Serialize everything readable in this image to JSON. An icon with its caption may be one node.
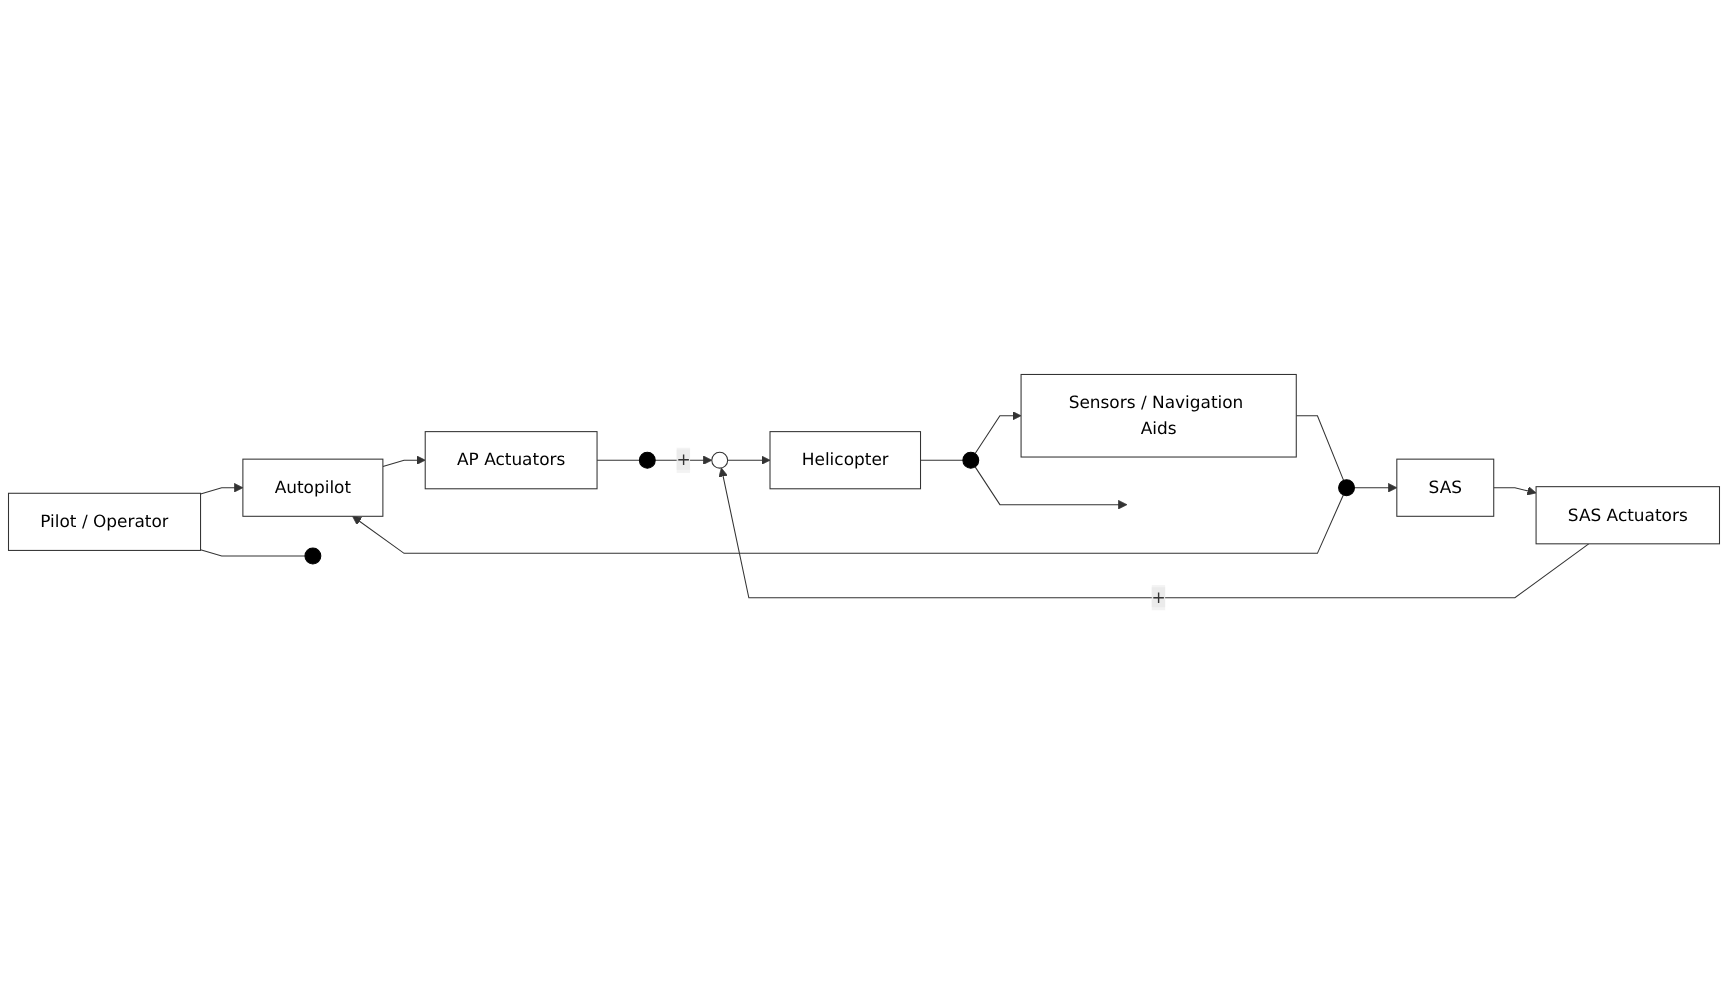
{
  "diagram": {
    "nodes": [
      {
        "text": [
          "Pilot / Operator"
        ]
      },
      {
        "text": [
          "Autopilot"
        ]
      },
      {
        "text": [
          "AP Actuators"
        ]
      },
      {
        "text": [],
        "shape": "circle"
      },
      {
        "text": [],
        "shape": "circle"
      },
      {
        "text": [],
        "shape": "circle"
      },
      {
        "text": [
          "SAS"
        ]
      },
      {
        "text": [
          "SAS Actuators"
        ]
      },
      {
        "text": [],
        "shape": "circle"
      },
      {
        "text": [
          "Helicopter"
        ]
      },
      {
        "text": [],
        "shape": "circle"
      },
      {
        "text": [
          "Sensors / Navigation Aids"
        ]
      }
    ],
    "edges": [
      {
        "from": 0,
        "to": 1,
        "arrow": "to"
      },
      {
        "from": 0,
        "to": 3,
        "arrow": "none"
      },
      {
        "from": 1,
        "to": 2,
        "arrow": "to"
      },
      {
        "from": 2,
        "to": 4,
        "arrow": "none"
      },
      {
        "from": 4,
        "to": 8,
        "arrow": "to",
        "label": "+"
      },
      {
        "from": 5,
        "to": 1,
        "arrow": "to"
      },
      {
        "from": 5,
        "to": 6,
        "arrow": "to"
      },
      {
        "from": 6,
        "to": 7,
        "arrow": "to"
      },
      {
        "from": 7,
        "to": 8,
        "arrow": "to",
        "label": "+"
      },
      {
        "from": 8,
        "to": 9,
        "arrow": "to"
      },
      {
        "from": 9,
        "to": 10,
        "arrow": "none"
      },
      {
        "from": 10,
        "to": null,
        "arrow": "to"
      },
      {
        "from": 10,
        "to": 11,
        "arrow": "to"
      },
      {
        "from": 11,
        "to": 5,
        "arrow": "none"
      }
    ]
  }
}
